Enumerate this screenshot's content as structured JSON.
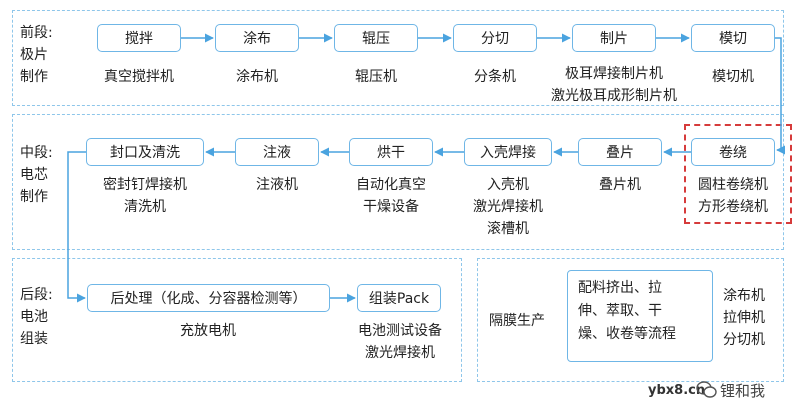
{
  "stages": {
    "front": {
      "label": "前段:\n极片\n制作",
      "steps": [
        {
          "box": "搅拌",
          "sub": "真空搅拌机"
        },
        {
          "box": "涂布",
          "sub": "涂布机"
        },
        {
          "box": "辊压",
          "sub": "辊压机"
        },
        {
          "box": "分切",
          "sub": "分条机"
        },
        {
          "box": "制片",
          "sub": "极耳焊接制片机\n激光极耳成形制片机"
        },
        {
          "box": "模切",
          "sub": "模切机"
        }
      ]
    },
    "middle": {
      "label": "中段:\n电芯\n制作",
      "steps": [
        {
          "box": "卷绕",
          "sub": "圆柱卷绕机\n方形卷绕机"
        },
        {
          "box": "叠片",
          "sub": "叠片机"
        },
        {
          "box": "入壳焊接",
          "sub": "入壳机\n激光焊接机\n滚槽机"
        },
        {
          "box": "烘干",
          "sub": "自动化真空\n干燥设备"
        },
        {
          "box": "注液",
          "sub": "注液机"
        },
        {
          "box": "封口及清洗",
          "sub": "密封钉焊接机\n清洗机"
        }
      ]
    },
    "back": {
      "label": "后段:\n电池\n组装",
      "steps": [
        {
          "box": "后处理（化成、分容器检测等）",
          "sub": "充放电机"
        },
        {
          "box": "组装Pack",
          "sub": "电池测试设备\n激光焊接机"
        }
      ]
    },
    "separator": {
      "label": "隔膜生产",
      "process": "配料挤出、拉\n伸、萃取、干\n燥、收卷等流程",
      "equipment": "涂布机\n拉伸机\n分切机"
    }
  },
  "watermark": {
    "url": "ybx8.cn",
    "brand": "锂和我"
  },
  "colors": {
    "border": "#6fb6e6",
    "dashed": "#8ec6ea",
    "highlight": "#d63b3b",
    "arrow": "#4aa3df"
  }
}
